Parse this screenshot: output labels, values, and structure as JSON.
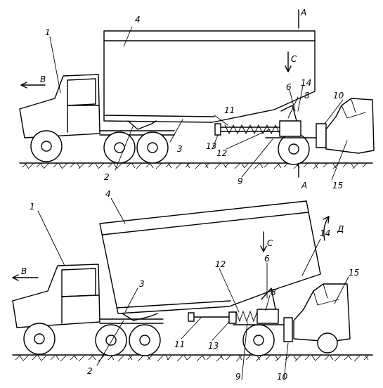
{
  "figure": {
    "top_view": {
      "labels": {
        "truck": "1",
        "hinge": "2",
        "frame": "3",
        "body": "4",
        "support_6": "6",
        "part_8": "8",
        "part_9": "9",
        "buffer": "10",
        "screw": "11",
        "spring": "12",
        "part_13": "13",
        "part_14": "14",
        "vehicle": "15"
      },
      "section_A_top": "A",
      "section_A_bottom": "A",
      "direction_B": "B",
      "force_C": "C"
    },
    "bottom_view": {
      "labels": {
        "truck": "1",
        "hinge": "2",
        "frame": "3",
        "body": "4",
        "support_6": "6",
        "part_8": "8",
        "part_9": "9",
        "buffer": "10",
        "screw": "11",
        "spring": "12",
        "part_13": "13",
        "part_14": "14",
        "vehicle": "15"
      },
      "direction_B": "B",
      "force_C": "C",
      "rotation_D": "Д"
    }
  }
}
